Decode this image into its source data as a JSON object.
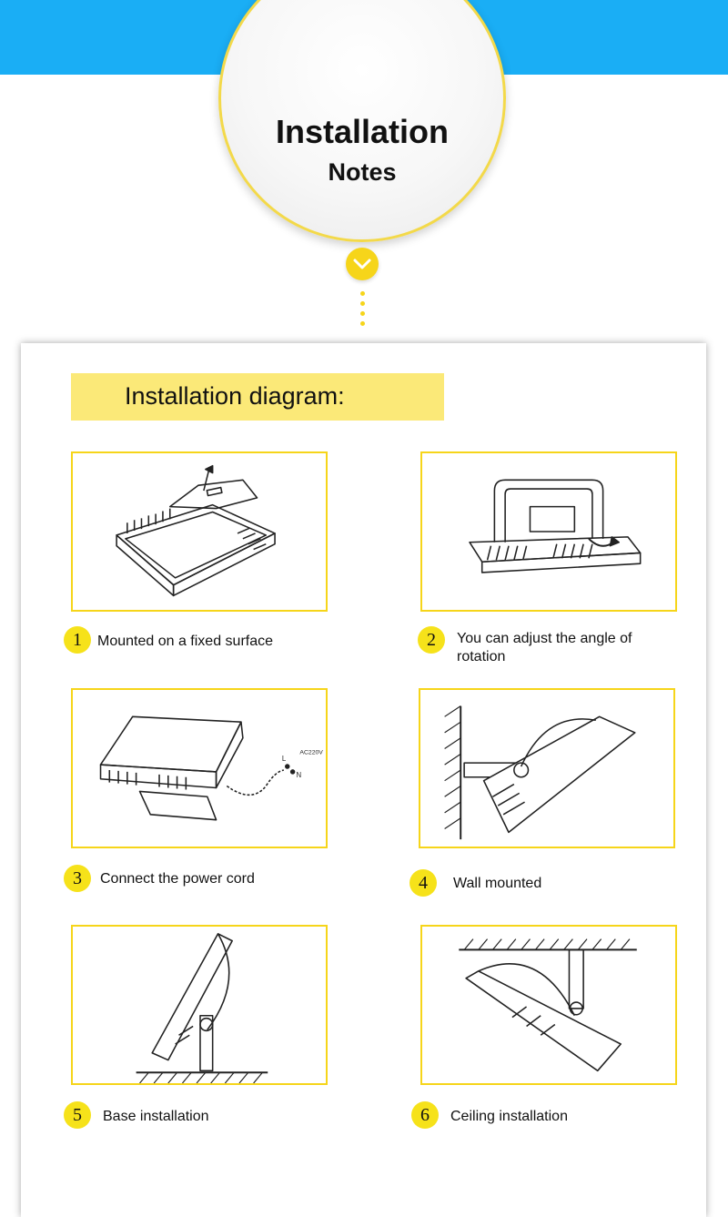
{
  "hero": {
    "title": "Installation",
    "subtitle": "Notes"
  },
  "section": {
    "heading": "Installation diagram:"
  },
  "steps": [
    {
      "number": "1",
      "caption": "Mounted on a fixed surface"
    },
    {
      "number": "2",
      "caption": "You can adjust the angle of rotation"
    },
    {
      "number": "3",
      "caption": "Connect the power cord"
    },
    {
      "number": "4",
      "caption": "Wall mounted"
    },
    {
      "number": "5",
      "caption": "Base installation"
    },
    {
      "number": "6",
      "caption": "Ceiling installation"
    }
  ],
  "diagram_labels": {
    "wire_left": "L",
    "wire_right": "N",
    "voltage": "AC220V"
  },
  "colors": {
    "top_bar": "#1aaef5",
    "accent_yellow": "#f6d51a",
    "header_fill": "#fbe978"
  },
  "icons": {
    "expand": "chevron-down-icon"
  }
}
